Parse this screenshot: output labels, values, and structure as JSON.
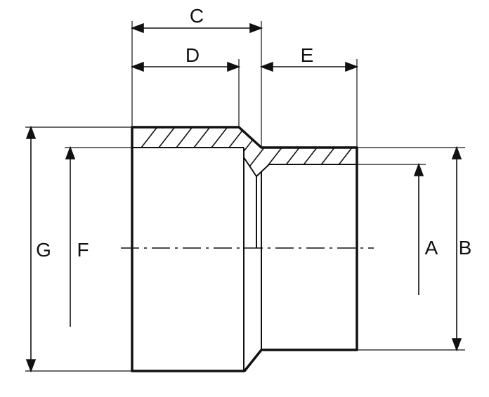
{
  "labels": {
    "a": "A",
    "b": "B",
    "c": "C",
    "d": "D",
    "e": "E",
    "f": "F",
    "g": "G"
  },
  "colors": {
    "stroke": "#111111",
    "background": "#ffffff"
  }
}
